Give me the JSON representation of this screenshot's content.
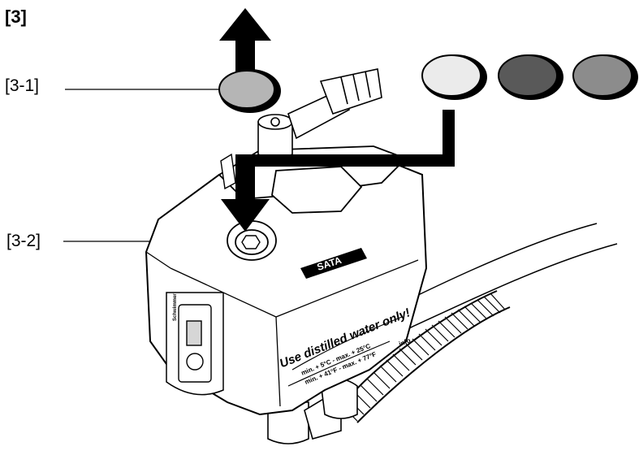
{
  "figure": {
    "number": "[3]",
    "callouts": [
      {
        "label": "[3-1]"
      },
      {
        "label": "[3-2]"
      }
    ]
  },
  "device": {
    "brand": "SATA",
    "warning_line1": "Use distilled water only!",
    "warning_line2": "min. + 5°C - max. + 25°C",
    "warning_line3": "min. + 41°F - max. + 77°F",
    "warning_line4": "info",
    "side_label": "Schwimmer"
  },
  "filters": {
    "colors": [
      "#b5b5b5",
      "#ebebeb",
      "#595959",
      "#8c8c8c"
    ]
  }
}
